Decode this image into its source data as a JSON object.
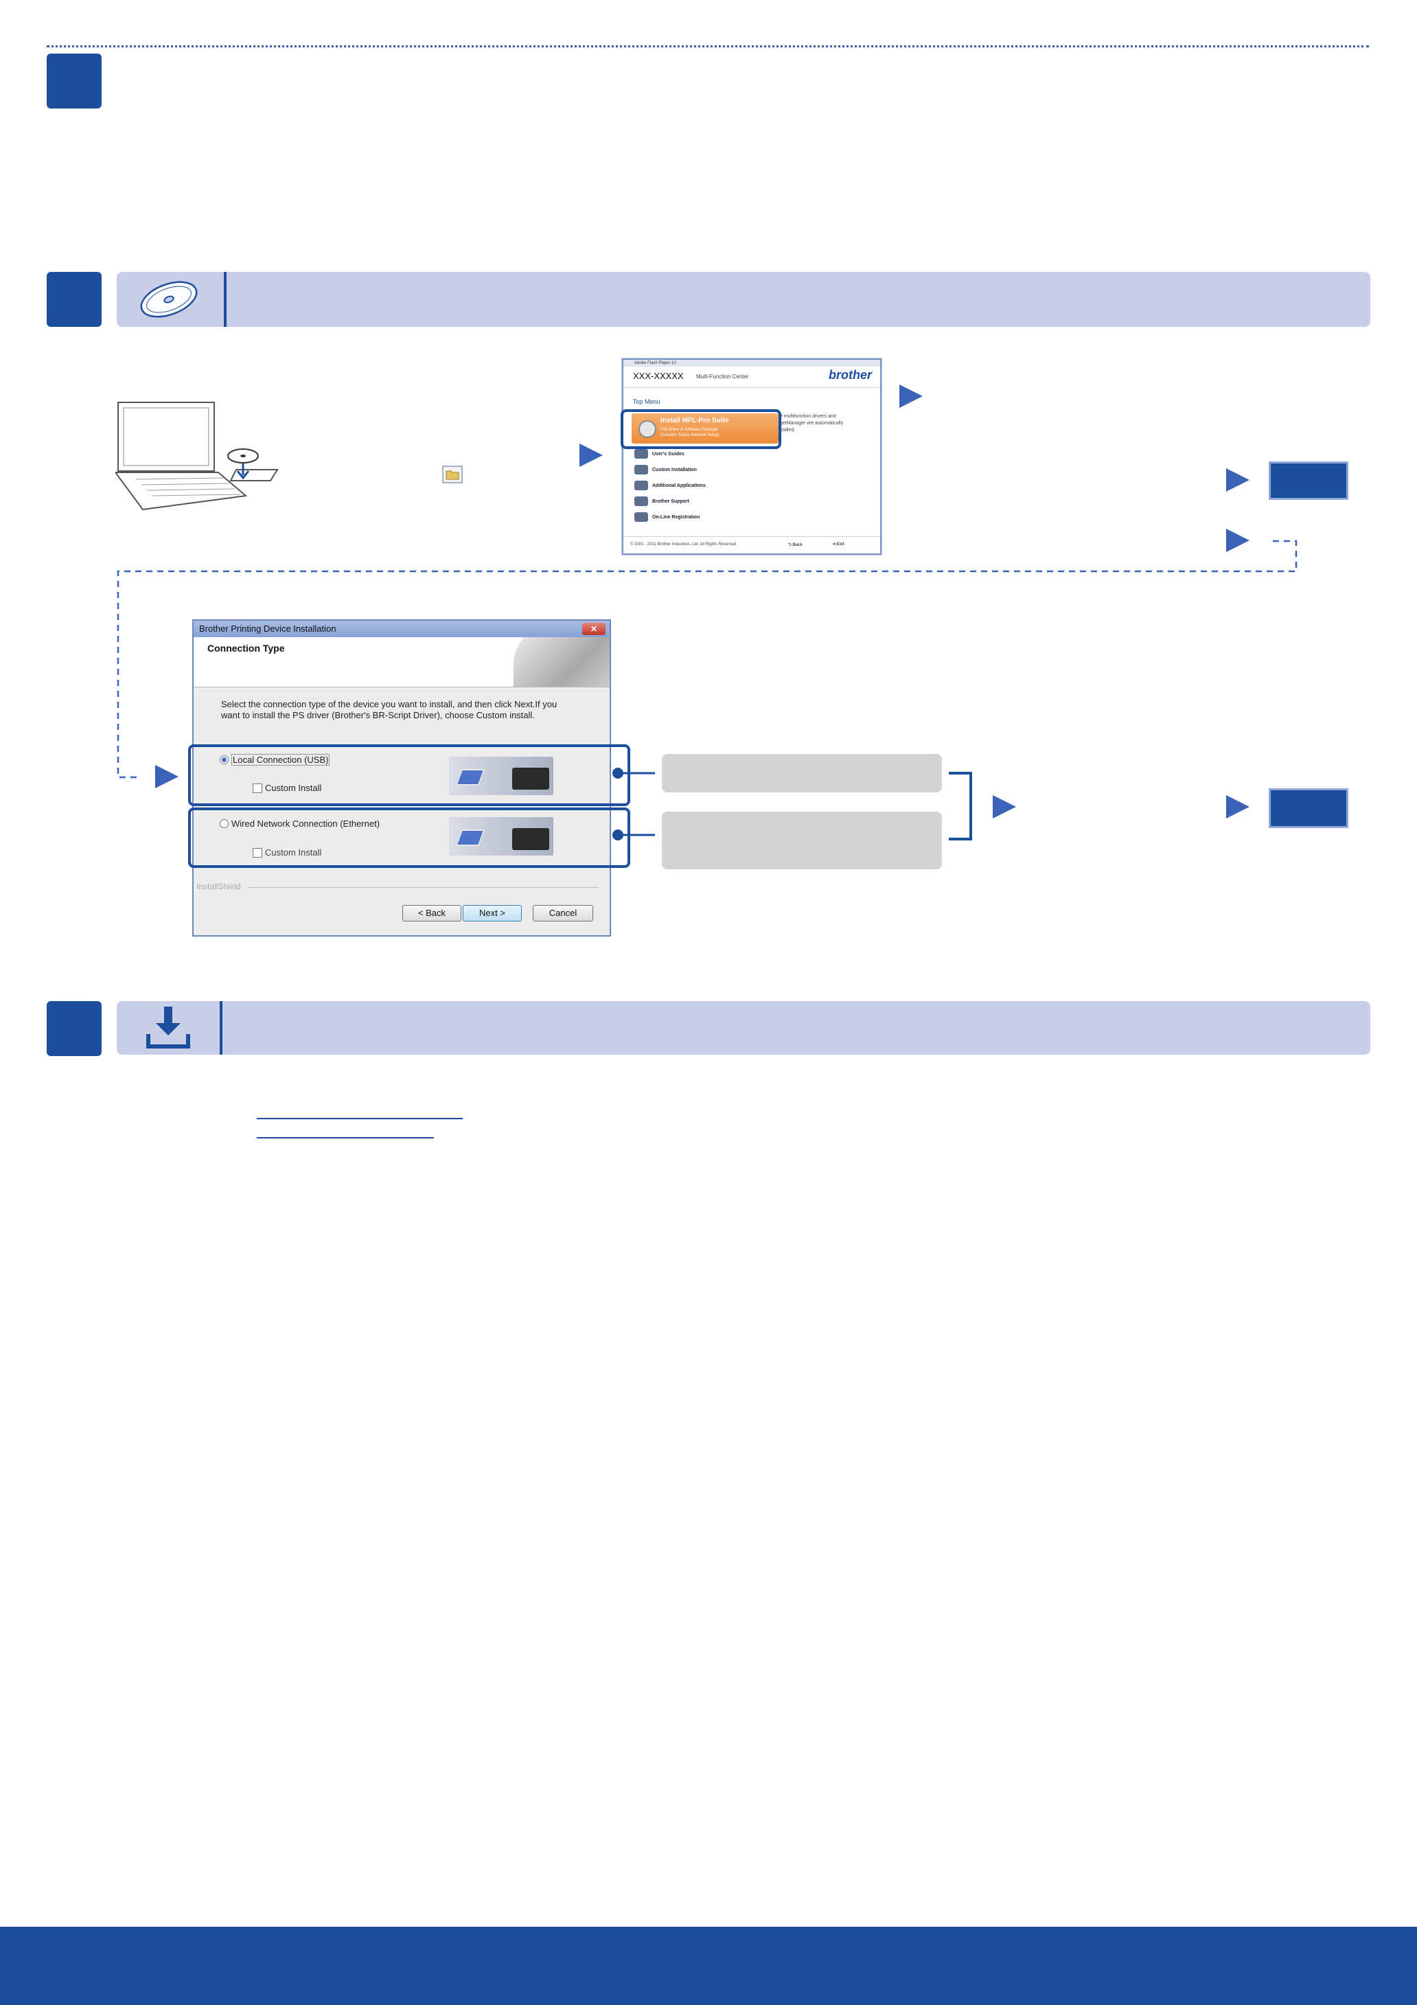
{
  "section_icons": {
    "step_box_1": "step-number",
    "step_box_2": "step-number",
    "step_box_3": "step-number",
    "band2_icon": "cd-disc-icon",
    "band3_icon": "download-icon",
    "folder_icon": "folder-icon"
  },
  "brother_window": {
    "title_bar": "Adobe Flash Player 10",
    "model": "XXX-XXXXX",
    "subtitle": "Multi-Function Center",
    "brand": "brother",
    "menu_label": "Top Menu",
    "install_title": "Install MFL-Pro Suite",
    "install_sub1": "Full Driver & Software Package",
    "install_sub2": "(includes Status Network Setup)",
    "desc_line1": "e multifunction drivers and",
    "desc_line2": "getManager are automatically",
    "desc_line3": "stalled.",
    "items": [
      "User's Guides",
      "Custom Installation",
      "Additional Applications",
      "Brother Support",
      "On-Line Registration"
    ],
    "copyright": "© 2001 - 2011 Brother Industries, Ltd. All Rights Reserved.",
    "back_label": "Back",
    "exit_label": "Exit"
  },
  "installer_dialog": {
    "title": "Brother Printing Device Installation",
    "header": "Connection Type",
    "instruction_line1": "Select the connection type of the device you want to install, and then click Next.If you",
    "instruction_line2": "want to install the PS driver (Brother's BR-Script Driver), choose Custom install.",
    "option_usb": "Local Connection (USB)",
    "option_ethernet": "Wired Network Connection (Ethernet)",
    "custom_install": "Custom Install",
    "installshield": "InstallShield",
    "back_button": "< Back",
    "next_button": "Next >",
    "cancel_button": "Cancel"
  },
  "colors": {
    "accent": "#1d4e9e",
    "band": "#c8cde8",
    "arrow": "#3a63b8",
    "grey_box": "#d3d3d3"
  }
}
